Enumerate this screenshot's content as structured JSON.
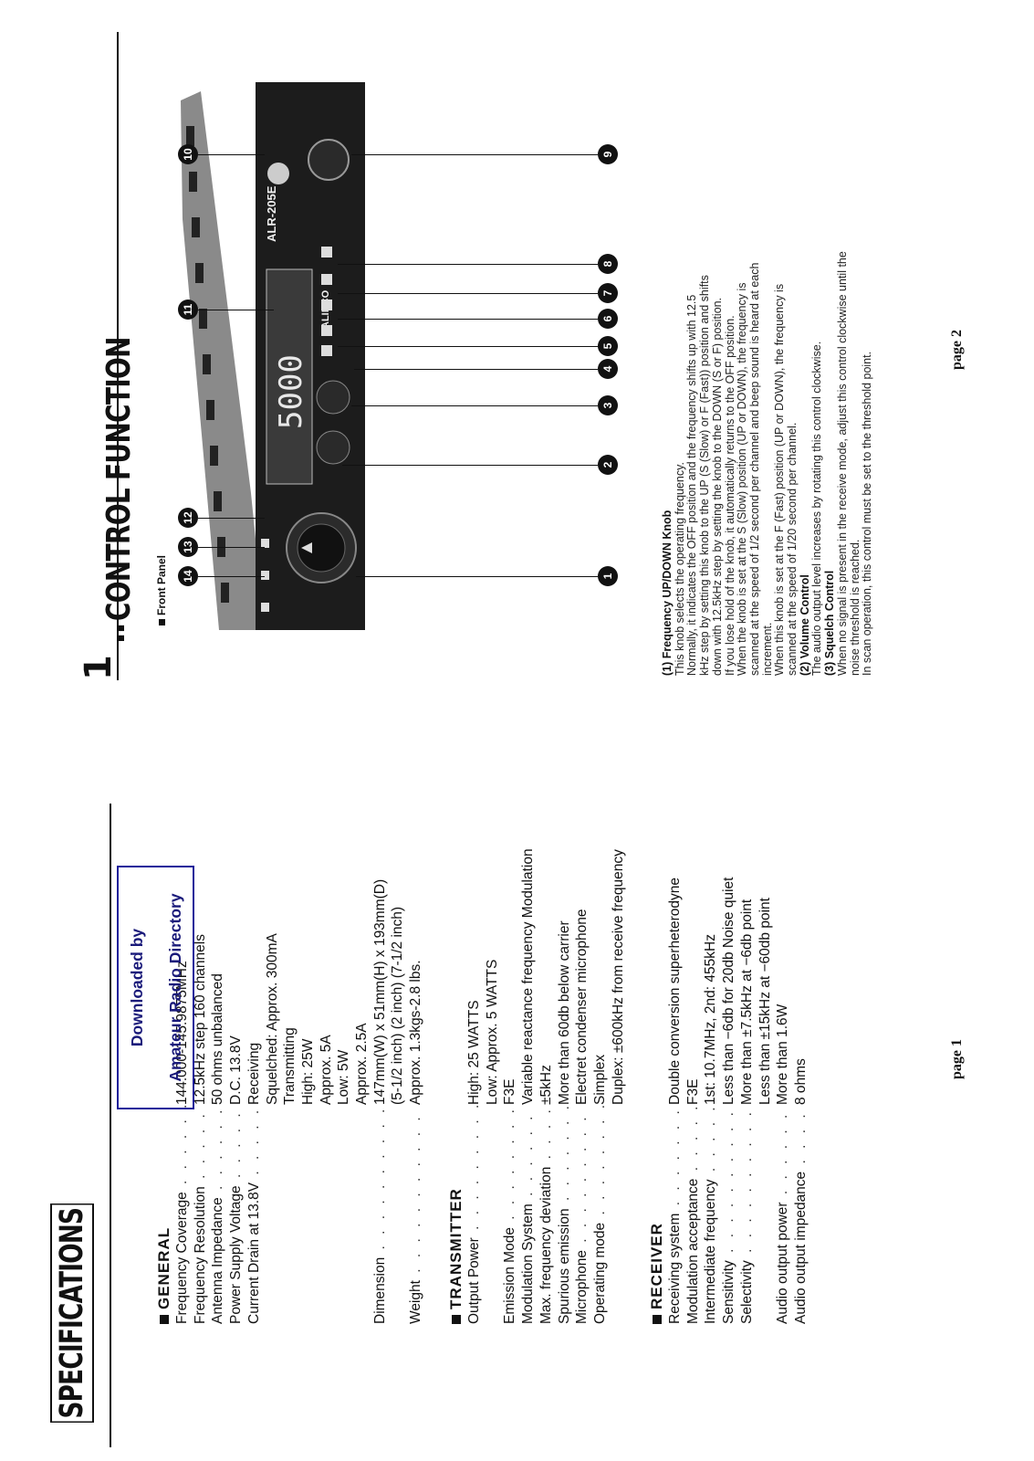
{
  "left_page": {
    "title": "SPECIFICATIONS",
    "general": {
      "heading": "GENERAL",
      "rows": [
        {
          "label": "Frequency Coverage",
          "value": "144.000-145.9875MHz"
        },
        {
          "label": "Frequency Resolution",
          "value": "12.5kHz step 160 channels"
        },
        {
          "label": "Antenna Impedance",
          "value": "50 ohms unbalanced"
        },
        {
          "label": "Power Supply Voltage",
          "value": "D.C. 13.8V"
        },
        {
          "label": "Current Drain at 13.8V",
          "value": "Receiving"
        },
        {
          "label": "",
          "value": "Squelched: Approx. 300mA"
        },
        {
          "label": "",
          "value": "Transmitting"
        },
        {
          "label": "",
          "value": "High: 25W"
        },
        {
          "label": "",
          "value": "Approx. 5A"
        },
        {
          "label": "",
          "value": "Low: 5W"
        },
        {
          "label": "",
          "value": "Approx. 2.5A"
        },
        {
          "label": "Dimension",
          "value": "147mm(W) x 51mm(H) x 193mm(D)"
        },
        {
          "label": "",
          "value": "(5-1/2 inch)   (2 inch)        (7-1/2 inch)"
        },
        {
          "label": "Weight",
          "value": "Approx. 1.3kgs-2.8 lbs."
        }
      ]
    },
    "transmitter": {
      "heading": "TRANSMITTER",
      "rows": [
        {
          "label": "Output Power",
          "value": "High: 25 WATTS"
        },
        {
          "label": "",
          "value": "Low: Approx. 5 WATTS"
        },
        {
          "label": "Emission Mode",
          "value": "F3E"
        },
        {
          "label": "Modulation System",
          "value": "Variable reactance frequency Modulation"
        },
        {
          "label": "Max. frequency deviation",
          "value": "±5kHz"
        },
        {
          "label": "Spurious emission",
          "value": "More than 60db below carrier"
        },
        {
          "label": "Microphone",
          "value": "Electret condenser microphone"
        },
        {
          "label": "Operating mode",
          "value": "Simplex"
        },
        {
          "label": "",
          "value": "Duplex: ±600kHz from receive frequency"
        }
      ]
    },
    "receiver": {
      "heading": "RECEIVER",
      "rows": [
        {
          "label": "Receiving system",
          "value": "Double conversion superheterodyne"
        },
        {
          "label": "Modulation acceptance",
          "value": "F3E"
        },
        {
          "label": "Intermediate frequency",
          "value": "1st: 10.7MHz, 2nd: 455kHz"
        },
        {
          "label": "Sensitivity",
          "value": "Less than −6db for 20db Noise quiet"
        },
        {
          "label": "Selectivity",
          "value": "More than ±7.5kHz at −6db point"
        },
        {
          "label": "",
          "value": "Less than ±15kHz at −60db point"
        },
        {
          "label": "Audio output power",
          "value": "More than 1.6W"
        },
        {
          "label": "Audio output impedance",
          "value": "8 ohms"
        }
      ]
    },
    "page_label": "page 1"
  },
  "download_box": {
    "line1": "Downloaded by",
    "line2": "Amateur Radio Directory"
  },
  "right_page": {
    "number": "1",
    "title": "CONTROL FUNCTION",
    "front_panel_label": "Front Panel",
    "callouts_top": [
      "14",
      "13",
      "12",
      "11",
      "10"
    ],
    "callouts_bottom": [
      "1",
      "2",
      "3",
      "4",
      "5",
      "6",
      "7",
      "8",
      "9"
    ],
    "radio_brand": "ALINCO",
    "radio_model": "ALR-205E",
    "radio_display": "5000",
    "description_lines": [
      {
        "text": "(1) Frequency UP/DOWN Knob",
        "bold": true
      },
      {
        "text": "This knob selects the operating frequency.",
        "bold": false
      },
      {
        "text": "Normally, it indicates the OFF position and the frequency shifts up with 12.5",
        "bold": false
      },
      {
        "text": "kHz step by setting this knob to the UP (S (Slow) or F (Fast)) position and shifts",
        "bold": false
      },
      {
        "text": "down with 12.5kHz step by setting the knob to the DOWN (S or F) position.",
        "bold": false
      },
      {
        "text": "If you lose hold of the knob, it automatically returns to the OFF position.",
        "bold": false
      },
      {
        "text": "When the knob is set at the S (Slow) position (UP or DOWN), the frequency is",
        "bold": false
      },
      {
        "text": "scanned at the speed of 1/2 second per channel and beep sound is heard at each",
        "bold": false
      },
      {
        "text": "increment.",
        "bold": false
      },
      {
        "text": "When this knob is set at the F (Fast) position (UP or DOWN), the frequency is",
        "bold": false
      },
      {
        "text": "scanned at the speed of 1/20 second per channel.",
        "bold": false
      },
      {
        "text": "(2) Volume Control",
        "bold": true
      },
      {
        "text": "The audio output level increases by rotating this control clockwise.",
        "bold": false
      },
      {
        "text": "(3) Squelch Control",
        "bold": true
      },
      {
        "text": "When no signal is present in the receive mode, adjust this control clockwise until the",
        "bold": false
      },
      {
        "text": "noise threshold is reached.",
        "bold": false
      },
      {
        "text": "In scan operation, this control must be set to the threshold point.",
        "bold": false
      }
    ],
    "page_label": "page 2"
  }
}
